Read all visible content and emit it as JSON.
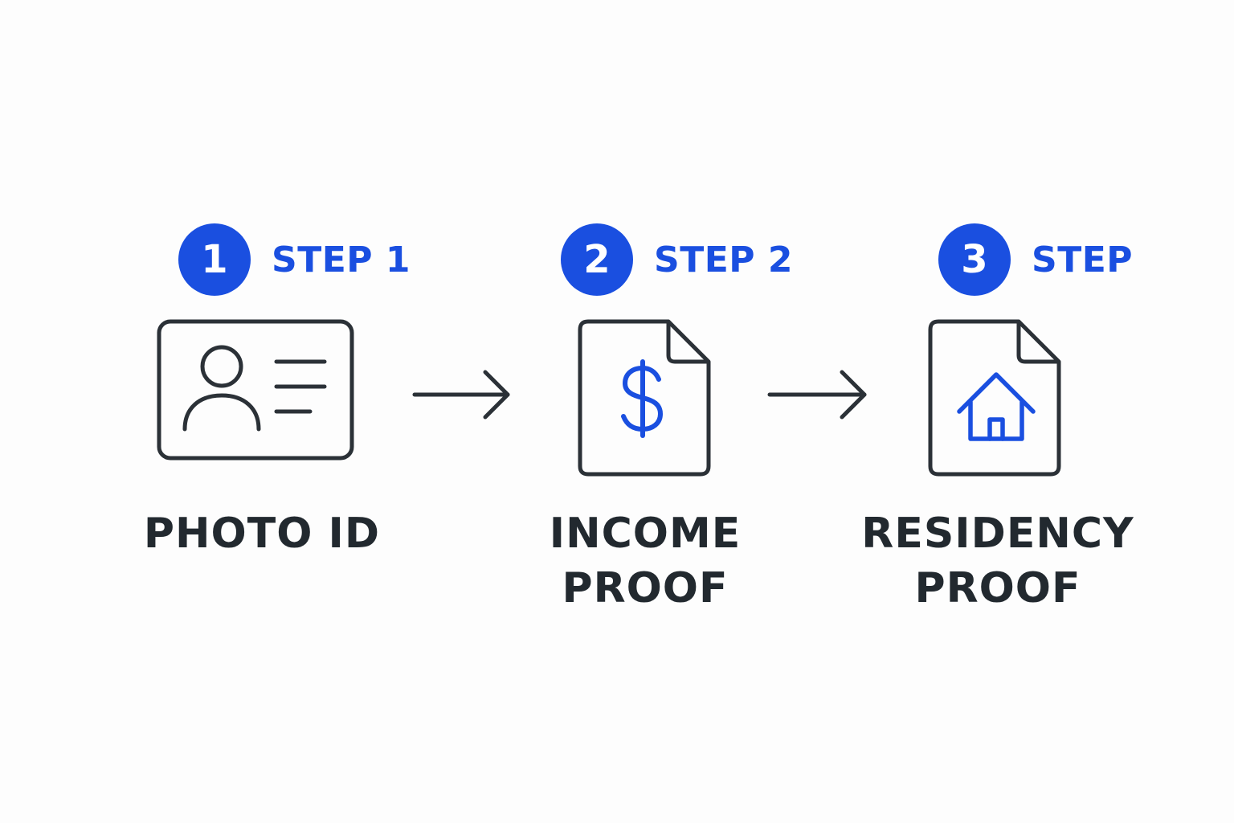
{
  "steps": [
    {
      "number": "1",
      "label": "STEP 1",
      "document": [
        "PHOTO ID"
      ],
      "icon": "id-card-icon"
    },
    {
      "number": "2",
      "label": "STEP 2",
      "document": [
        "INCOME",
        "PROOF"
      ],
      "icon": "dollar-document-icon"
    },
    {
      "number": "3",
      "label": "STEP",
      "document": [
        "RESIDENCY",
        "PROOF"
      ],
      "icon": "house-document-icon"
    }
  ],
  "colors": {
    "accent": "#1a4fe0",
    "text": "#22292f",
    "stroke": "#2b3137"
  }
}
